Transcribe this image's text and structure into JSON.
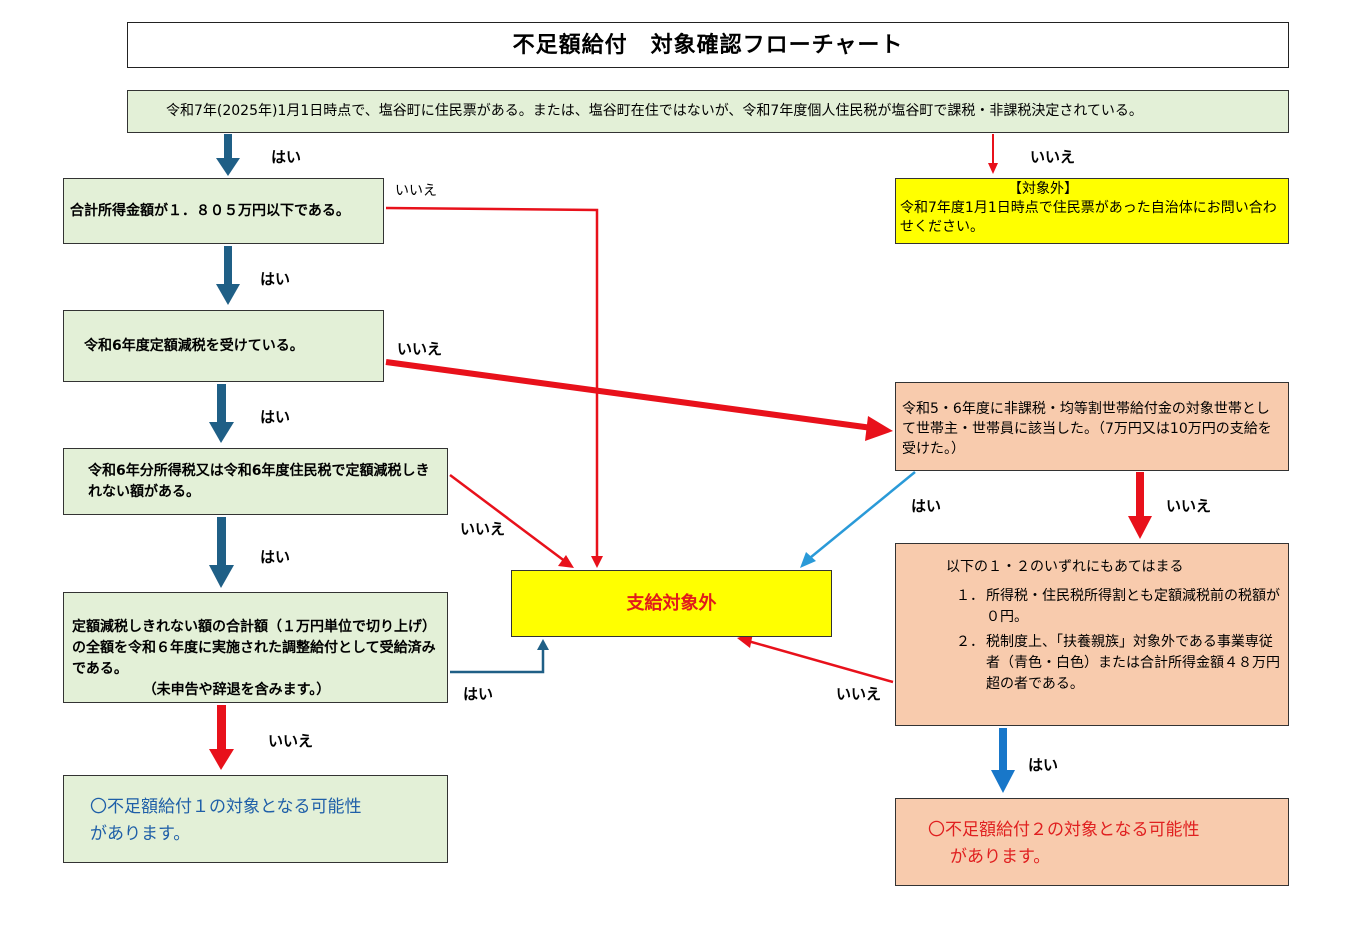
{
  "title": "不足額給付　対象確認フローチャート",
  "q0": "令和7年(2025年)1月1日時点で、塩谷町に住民票がある。または、塩谷町在住ではないが、令和7年度個人住民税が塩谷町で課税・非課税決定されている。",
  "q1": "合計所得金額が１．８０５万円以下である。",
  "q2": "令和6年度定額減税を受けている。",
  "q3": "令和6年分所得税又は令和6年度住民税で定額減税しきれない額がある。",
  "q4": "定額減税しきれない額の合計額（１万円単位で切り上げ）の全額を令和６年度に実施された調整給付として受給済みである。",
  "q4_note": "（未申告や辞退を含みます。）",
  "result1_line1": "〇不足額給付１の対象となる可能性",
  "result1_line2": "があります。",
  "outside_heading": "【対象外】",
  "outside_text": "令和7年度1月1日時点で住民票があった自治体にお問い合わせください。",
  "no_payment": "支給対象外",
  "q5": "令和5・6年度に非課税・均等割世帯給付金の対象世帯として世帯主・世帯員に該当した。（7万円又は10万円の支給を受けた。）",
  "q6_heading": "以下の１・２のいずれにもあてはまる",
  "q6_items": [
    {
      "num": "１．",
      "text": "所得税・住民税所得割とも定額減税前の税額が０円。"
    },
    {
      "num": "２．",
      "text": "税制度上、「扶養親族」対象外である事業専従者（青色・白色）または合計所得金額４８万円超の者である。"
    }
  ],
  "result2_line1": "〇不足額給付２の対象となる可能性",
  "result2_line2": "があります。",
  "labels": {
    "yes": "はい",
    "no": "いいえ"
  },
  "colors": {
    "green_box": "#e3f0d7",
    "yellow_box": "#ffff00",
    "salmon_box": "#f8cbad",
    "arrow_yes": "#1f5f86",
    "arrow_no": "#e8111b",
    "arrow_light": "#2a9ad8",
    "arrow_bright_blue": "#1877c9"
  }
}
